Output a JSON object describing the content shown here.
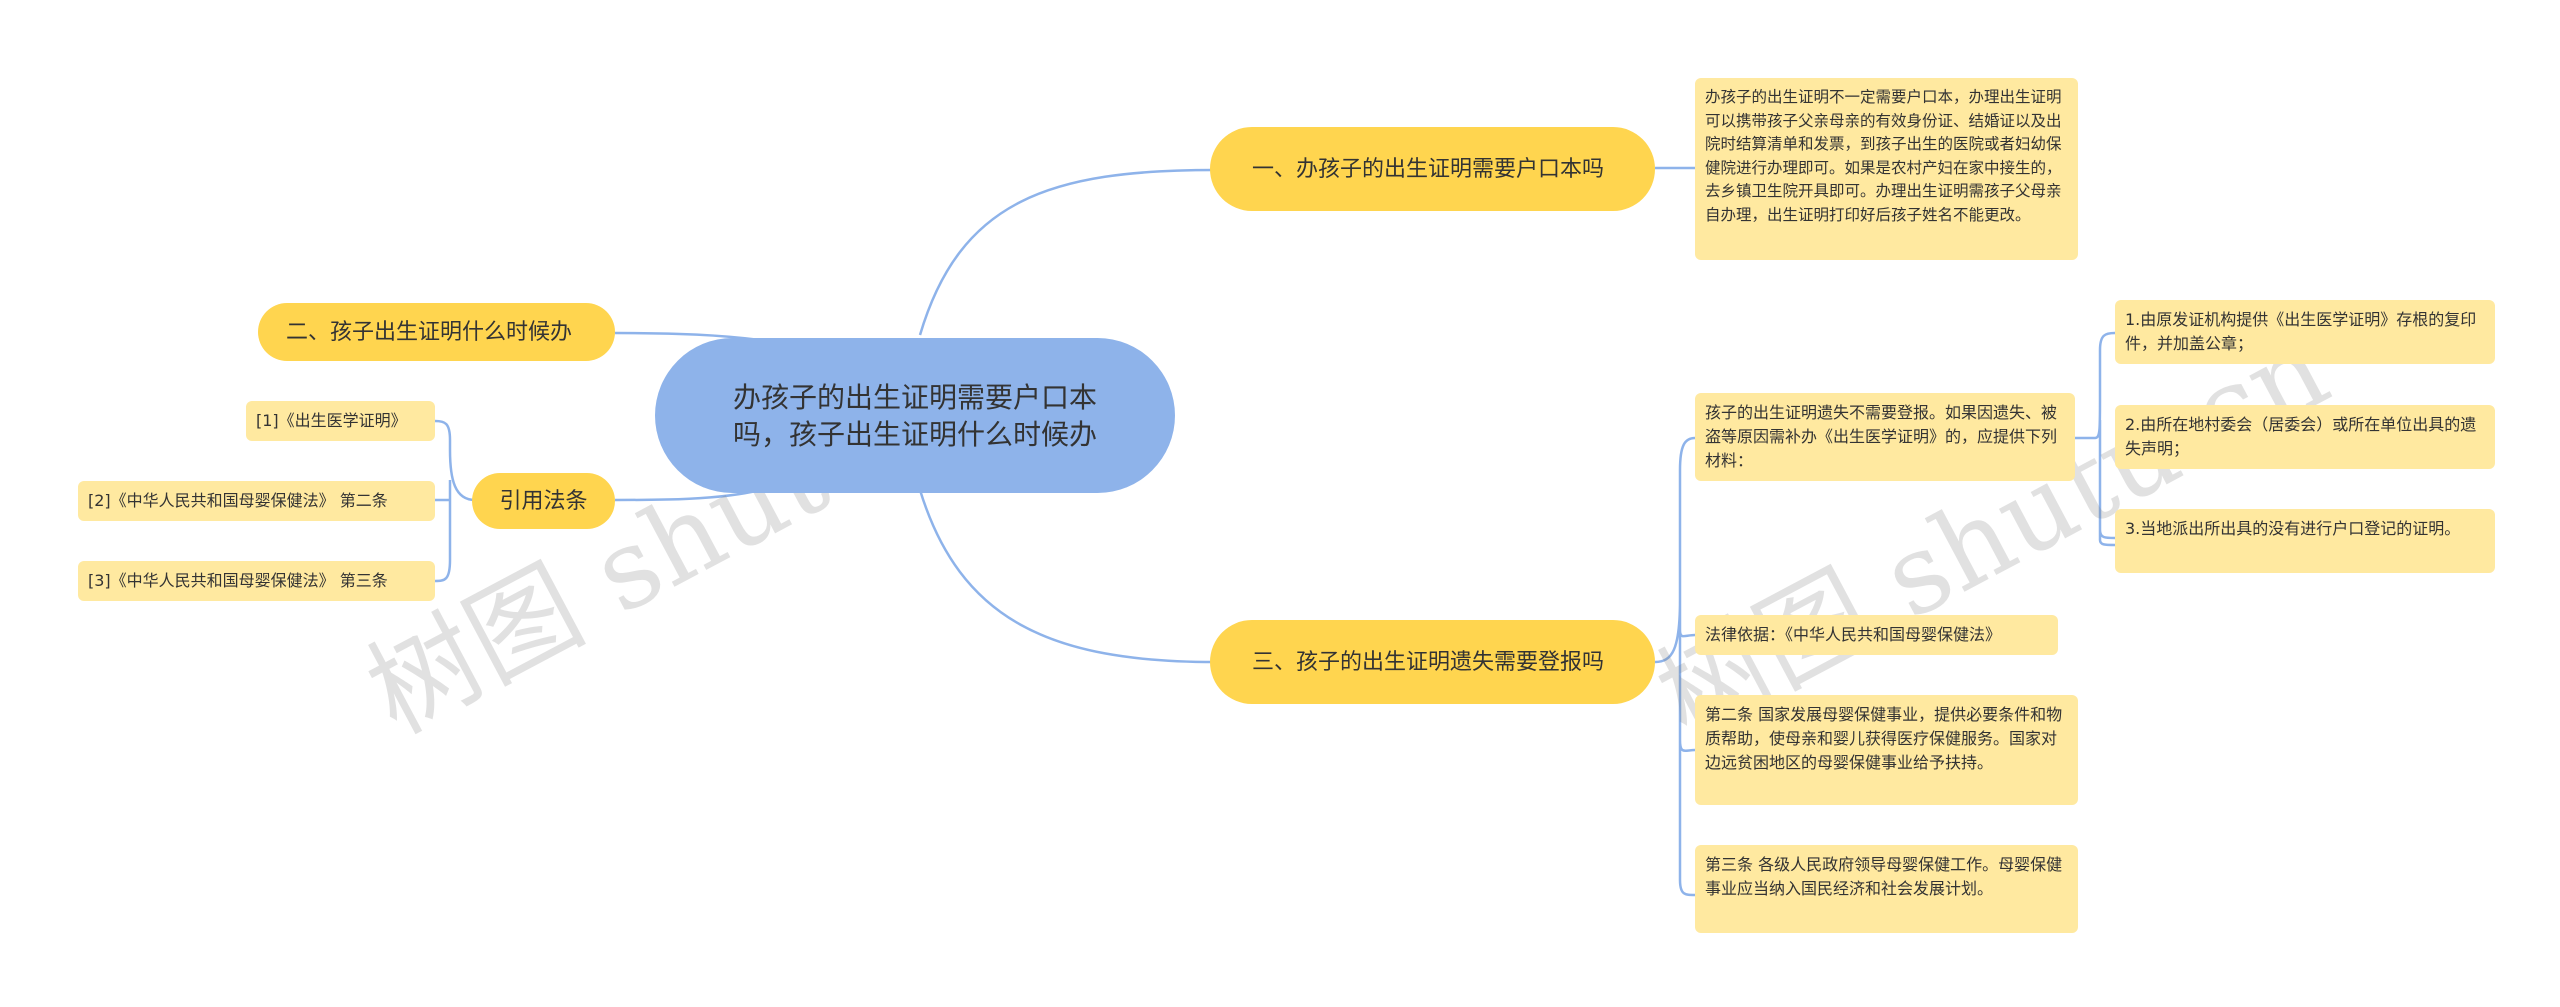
{
  "colors": {
    "center_fill": "#8eb3ea",
    "main_fill": "#ffd54f",
    "leaf_fill": "#ffe9a0",
    "connector": "#8eb3ea"
  },
  "center": {
    "text": "办孩子的出生证明需要户口本吗，孩子出生证明什么时候办"
  },
  "topic1": {
    "label": "一、办孩子的出生证明需要户口本吗",
    "detail": "办孩子的出生证明不一定需要户口本，办理出生证明可以携带孩子父亲母亲的有效身份证、结婚证以及出院时结算清单和发票，到孩子出生的医院或者妇幼保健院进行办理即可。如果是农村产妇在家中接生的，去乡镇卫生院开具即可。办理出生证明需孩子父母亲自办理，出生证明打印好后孩子姓名不能更改。"
  },
  "topic2": {
    "label": "二、孩子出生证明什么时候办"
  },
  "topic3": {
    "label": "三、孩子的出生证明遗失需要登报吗",
    "lost": {
      "text": "孩子的出生证明遗失不需要登报。如果因遗失、被盗等原因需补办《出生医学证明》的，应提供下列材料：",
      "items": [
        "1.由原发证机构提供《出生医学证明》存根的复印件，并加盖公章；",
        "2.由所在地村委会（居委会）或所在单位出具的遗失声明；",
        "3.当地派出所出具的没有进行户口登记的证明。"
      ]
    },
    "law_basis": "法律依据：《中华人民共和国母婴保健法》",
    "article2": "第二条 国家发展母婴保健事业，提供必要条件和物质帮助，使母亲和婴儿获得医疗保健服务。国家对边远贫困地区的母婴保健事业给予扶持。",
    "article3": "第三条 各级人民政府领导母婴保健工作。母婴保健事业应当纳入国民经济和社会发展计划。"
  },
  "citations": {
    "label": "引用法条",
    "items": [
      "[1]《出生医学证明》",
      "[2]《中华人民共和国母婴保健法》 第二条",
      "[3]《中华人民共和国母婴保健法》 第三条"
    ]
  },
  "watermarks": [
    "树图 shutu.cn",
    "树图 shutu.cn"
  ]
}
